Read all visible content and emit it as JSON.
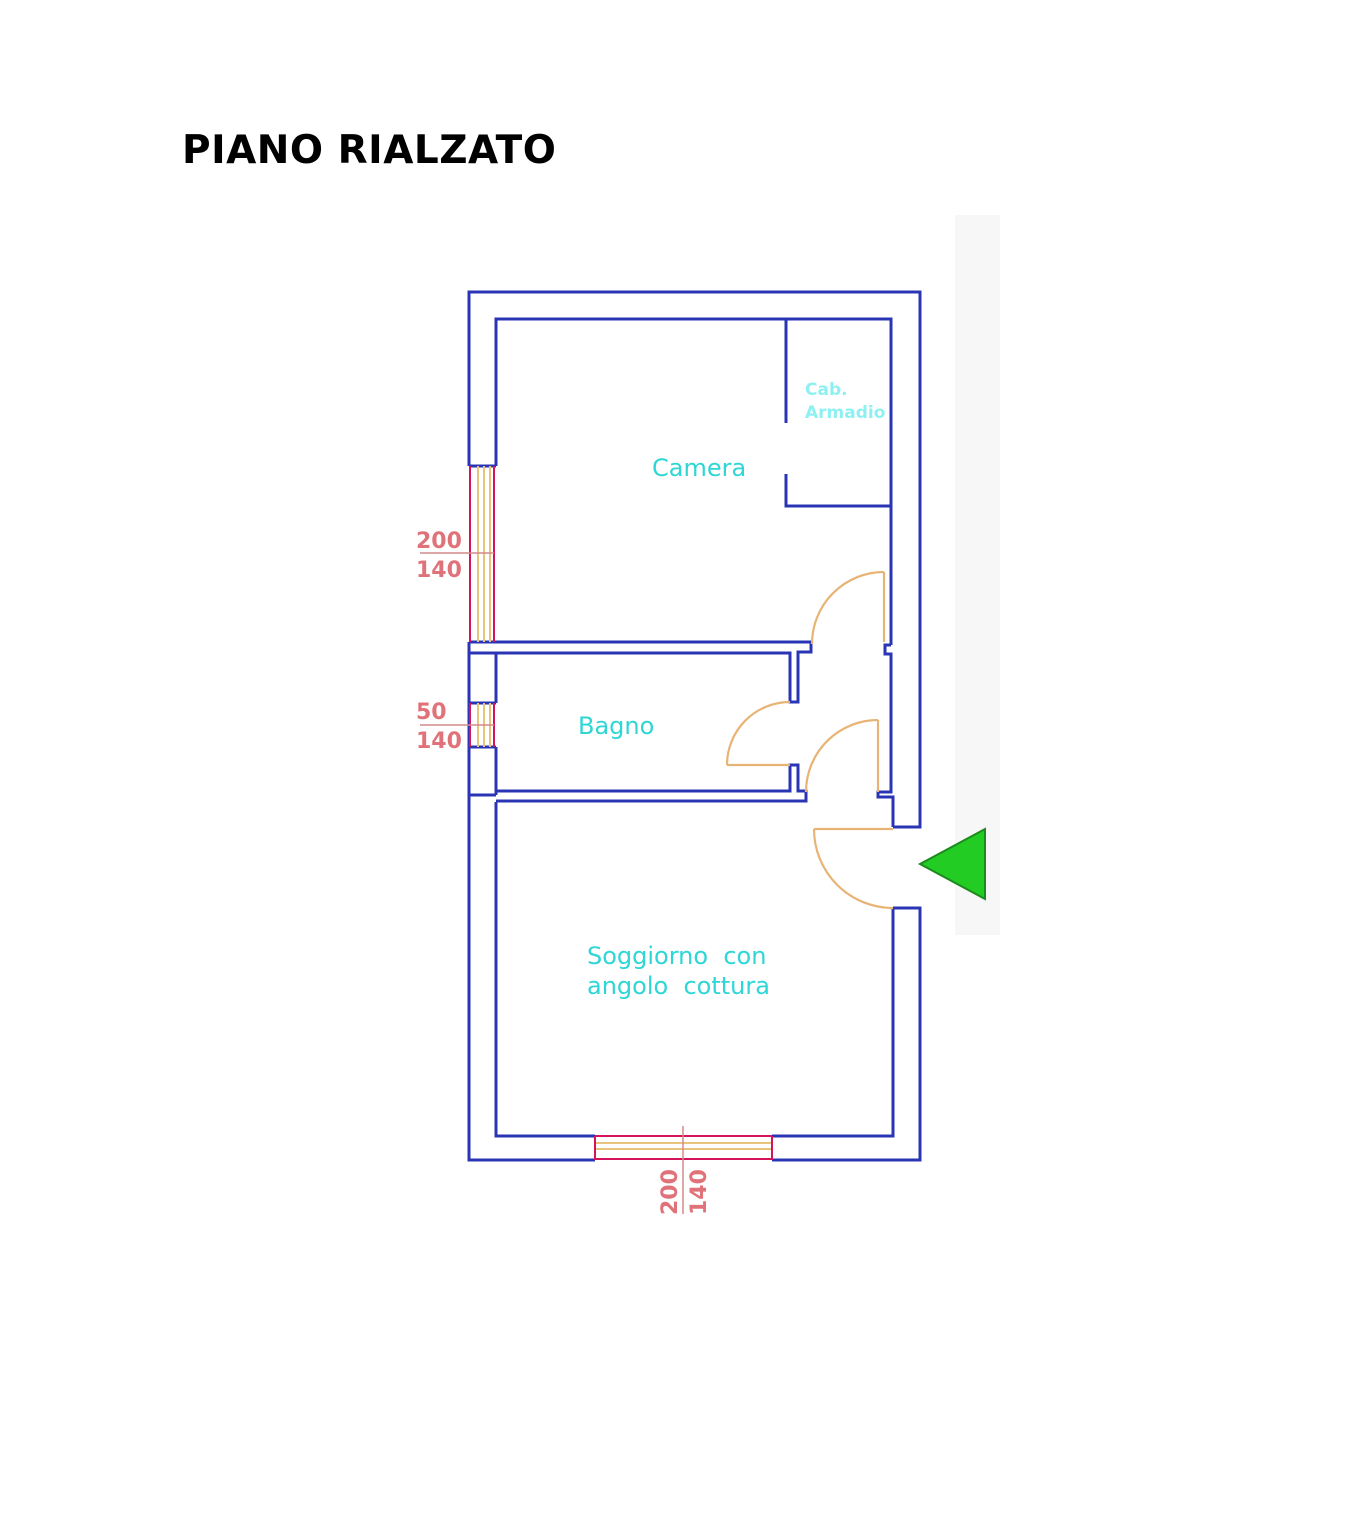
{
  "title": "PIANO RIALZATO",
  "rooms": {
    "camera": "Camera",
    "cabina_line1": "Cab.",
    "cabina_line2": "Armadio",
    "bagno": "Bagno",
    "soggiorno_line1": "Soggiorno  con",
    "soggiorno_line2": "angolo  cottura"
  },
  "windows": {
    "camera": {
      "width": "200",
      "height": "140"
    },
    "bagno": {
      "width": "50",
      "height": "140"
    },
    "soggiorno": {
      "width": "200",
      "height": "140"
    }
  },
  "colors": {
    "walls": "#2a35b5",
    "room_labels": "#2ed6d6",
    "dimensions": "#e0737a",
    "doors": "#e8b476",
    "entrance_marker": "#22cc22"
  }
}
